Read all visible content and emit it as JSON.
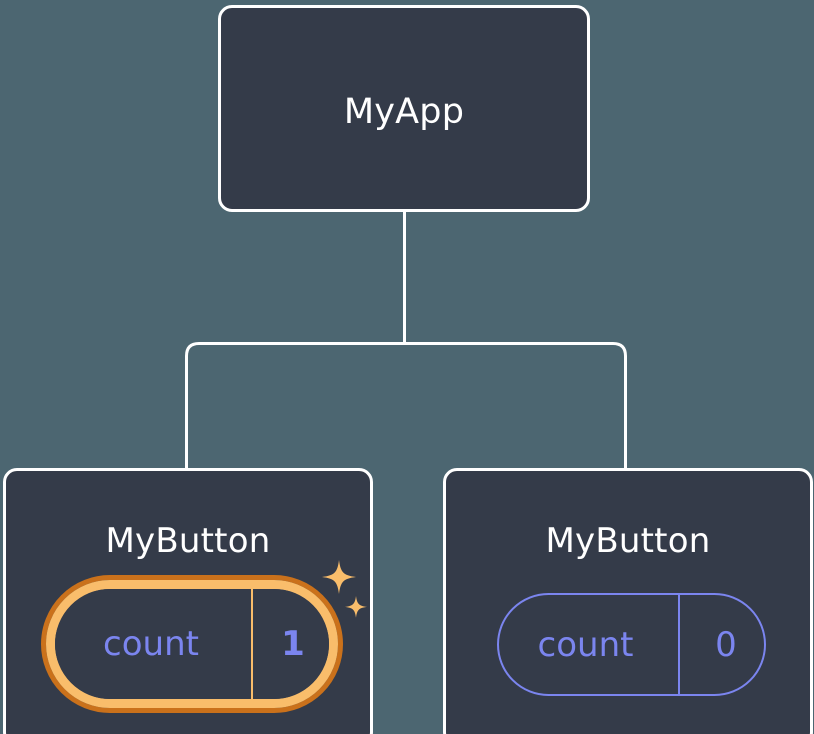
{
  "diagram": {
    "type": "component-tree",
    "background_color": "#4c6671",
    "node_fill_color": "#343b49",
    "node_border_color": "#ffffff",
    "accent_purple": "#7b85ef",
    "accent_orange_outer": "#ca711b",
    "accent_orange_inner": "#f9bd6b",
    "root": {
      "label": "MyApp"
    },
    "children": [
      {
        "label": "MyButton",
        "state": {
          "key": "count",
          "value": "1",
          "highlighted": true,
          "sparkle_icon": "sparkles-icon"
        }
      },
      {
        "label": "MyButton",
        "state": {
          "key": "count",
          "value": "0",
          "highlighted": false
        }
      }
    ],
    "edges": [
      {
        "from": "MyApp",
        "to": "MyButton (left)"
      },
      {
        "from": "MyApp",
        "to": "MyButton (right)"
      }
    ]
  }
}
